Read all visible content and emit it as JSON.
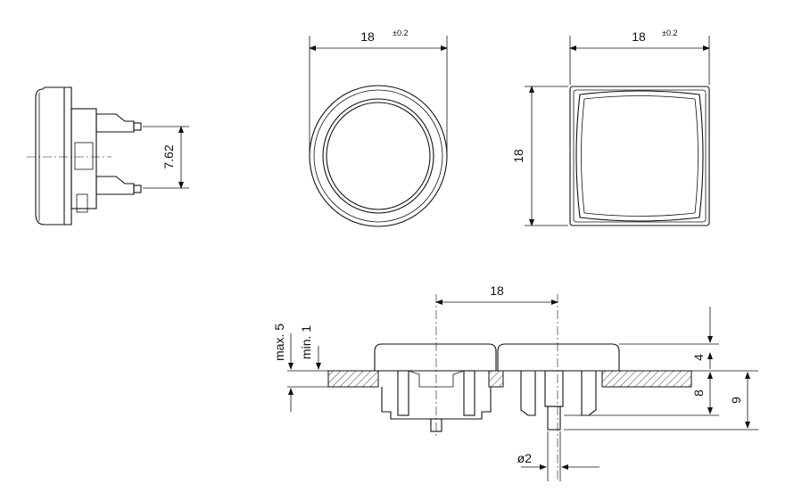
{
  "dimensions": {
    "side_view_pin_pitch": "7.62",
    "round_cap_width": "18",
    "round_cap_tolerance": "±0.2",
    "square_cap_width": "18",
    "square_cap_tolerance": "±0.2",
    "square_cap_height": "18",
    "panel_pitch": "18",
    "panel_thickness_max": "max. 5",
    "panel_thickness_min": "min. 1",
    "cap_height": "4",
    "body_depth": "8",
    "pin_depth": "9",
    "pin_diameter": "ø2"
  },
  "colors": {
    "line": "#111111",
    "background": "#ffffff"
  }
}
